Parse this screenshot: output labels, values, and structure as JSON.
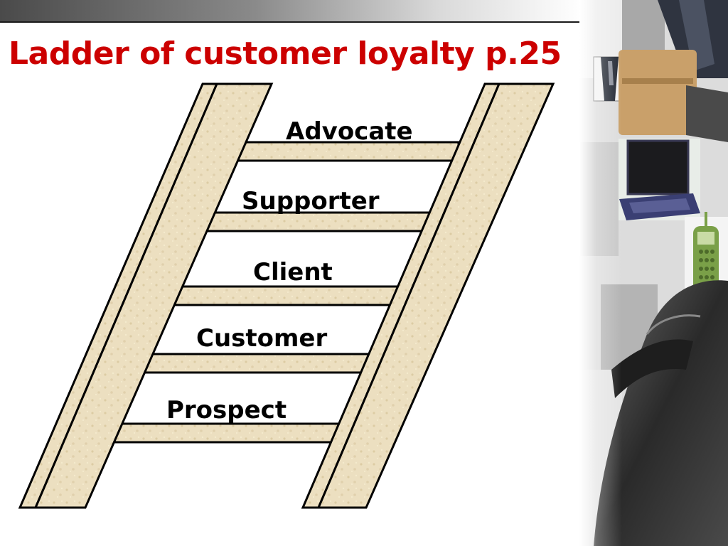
{
  "slide": {
    "title": "Ladder of customer loyalty  p.25"
  },
  "ladder": {
    "rungs": [
      {
        "label": "Advocate"
      },
      {
        "label": "Supporter"
      },
      {
        "label": "Client"
      },
      {
        "label": "Customer"
      },
      {
        "label": "Prospect"
      }
    ]
  },
  "colors": {
    "title": "#cc0000",
    "wood": "#ecdfc0",
    "outline": "#000000"
  },
  "decorations": {
    "photo_collage": [
      "businessman-image",
      "leather-bag-image",
      "laptop-icon",
      "cordless-phone-icon",
      "business-shoe-image"
    ]
  }
}
